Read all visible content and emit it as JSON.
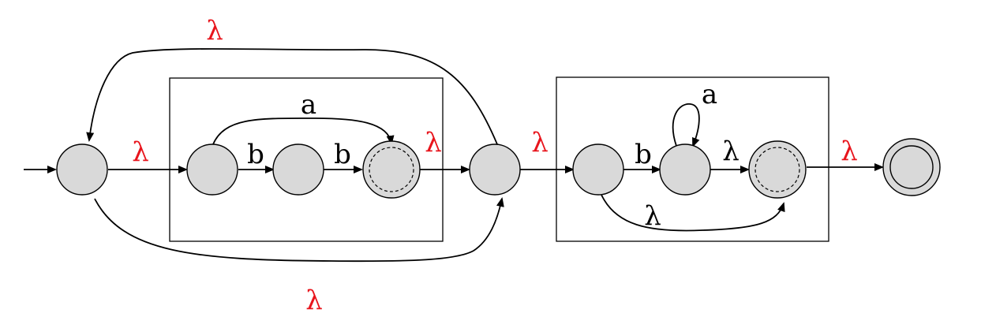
{
  "colors": {
    "state_fill": "#d9d9d9",
    "stroke": "#000000",
    "lambda_red": "#e8141c"
  },
  "labels": {
    "outer_top_lambda": "λ",
    "outer_bottom_lambda": "λ",
    "into_first_box_lambda": "λ",
    "first_box_a": "a",
    "first_box_b1": "b",
    "first_box_b2": "b",
    "out_of_first_box_lambda": "λ",
    "into_second_box_lambda": "λ",
    "second_box_b": "b",
    "second_box_loop_a": "a",
    "second_box_lambda_mid": "λ",
    "second_box_lambda_bottom": "λ",
    "to_final_lambda": "λ"
  }
}
